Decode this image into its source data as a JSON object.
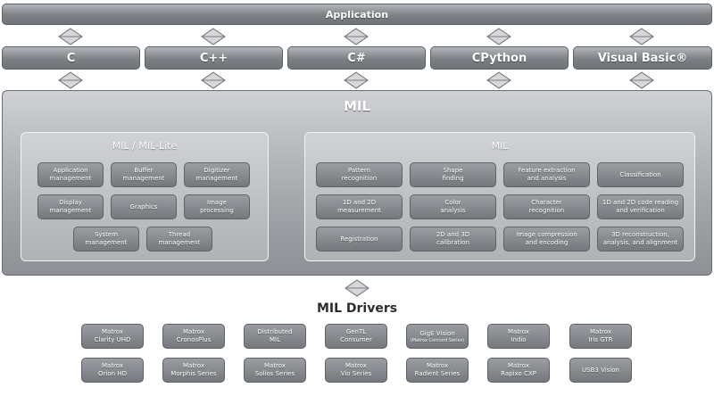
{
  "application": "Application",
  "languages": [
    {
      "label": "C"
    },
    {
      "label": "C++"
    },
    {
      "label": "C#"
    },
    {
      "label": "CPython"
    },
    {
      "label": "Visual Basic®"
    }
  ],
  "mil": {
    "title": "MIL",
    "lite_panel": {
      "title": "MIL / MIL-Lite",
      "items": [
        "Application\nmanagement",
        "Buffer\nmanagement",
        "Digitizer\nmanagement",
        "Display\nmanagement",
        "Graphics",
        "Image\nprocessing",
        "System\nmanagement",
        "Thread\nmanagement"
      ]
    },
    "mil_panel": {
      "title": "MIL",
      "items": [
        "Pattern\nrecognition",
        "Shape\nfinding",
        "Feature extraction\nand analysis",
        "Classification",
        "1D and 2D\nmeasurement",
        "Color\nanalysis",
        "Character\nrecognition",
        "1D and 2D code reading\nand verification",
        "Registration",
        "2D and 3D\ncalibration",
        "Image compression\nand encoding",
        "3D reconstruction,\nanalysis, and alignment"
      ]
    }
  },
  "drivers": {
    "title": "MIL Drivers",
    "items": [
      {
        "label": "Matrox\nClarity UHD"
      },
      {
        "label": "Matrox\nCronosPlus"
      },
      {
        "label": "Distributed\nMIL"
      },
      {
        "label": "GenTL\nConsumer"
      },
      {
        "label": "GigE Vision",
        "sub": "(Matrox Concord Series)"
      },
      {
        "label": "Matrox\nIndio"
      },
      {
        "label": "Matrox\nIris GTR"
      },
      {
        "label": "Matrox\nOrion HD"
      },
      {
        "label": "Matrox\nMorphis Series"
      },
      {
        "label": "Matrox\nSolios Series"
      },
      {
        "label": "Matrox\nVio Series"
      },
      {
        "label": "Matrox\nRadient Series"
      },
      {
        "label": "Matrox\nRapixo CXP"
      },
      {
        "label": "USB3 Vision"
      }
    ]
  }
}
